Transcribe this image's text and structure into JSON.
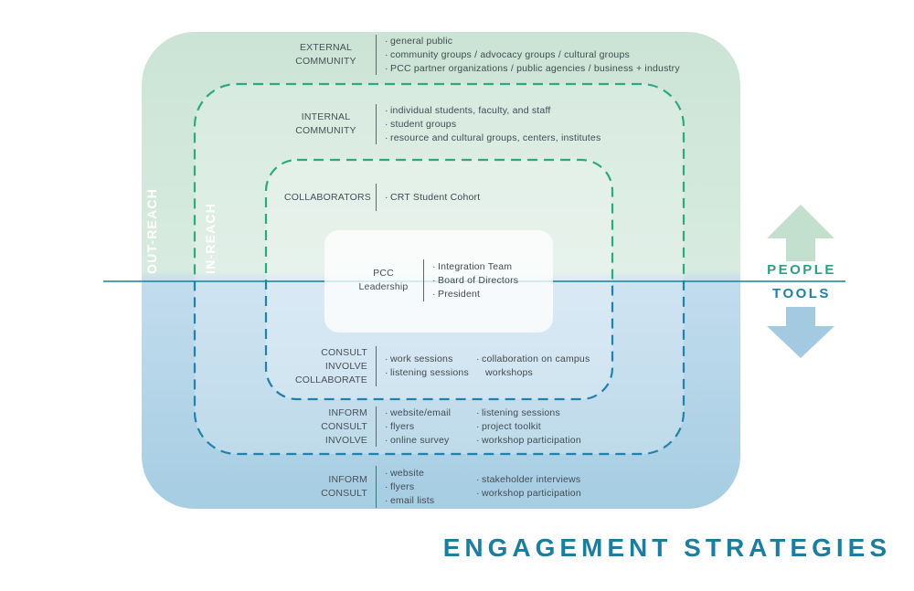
{
  "title": "ENGAGEMENT STRATEGIES",
  "side_labels": {
    "outreach": "OUT-REACH",
    "inreach": "IN-REACH"
  },
  "axis_labels": {
    "people": "PEOPLE",
    "tools": "TOOLS"
  },
  "colors": {
    "zone_green_top": "#cbe4d5",
    "zone_green_bottom": "#d8ebe0",
    "zone_blue_top": "#c2dcee",
    "zone_blue_bottom": "#a6cde2",
    "dash_green": "#2fa882",
    "dash_blue": "#2181aa",
    "divider_line_teal": "#17809d",
    "title_teal": "#1b7e9f",
    "people_green": "#2f9e85",
    "tools_blue": "#1f7fa3",
    "arrow_up_green": "#c3dfce",
    "arrow_down_blue": "#a3cae0",
    "text_dark": "#414a50"
  },
  "sections": [
    {
      "label": "EXTERNAL\nCOMMUNITY",
      "columns": [
        [
          "general public",
          "community groups / advocacy groups / cultural groups",
          "PCC partner organizations / public agencies / business + industry"
        ]
      ]
    },
    {
      "label": "INTERNAL\nCOMMUNITY",
      "columns": [
        [
          "individual students, faculty, and staff",
          "student groups",
          "resource and cultural groups, centers, institutes"
        ]
      ]
    },
    {
      "label": "COLLABORATORS",
      "columns": [
        [
          "CRT Student Cohort"
        ]
      ]
    },
    {
      "label": "PCC\nLeadership",
      "columns": [
        [
          "Integration Team",
          "Board of Directors",
          "President"
        ]
      ]
    },
    {
      "label": "CONSULT\nINVOLVE\nCOLLABORATE",
      "columns": [
        [
          "work sessions",
          "listening sessions"
        ],
        [
          "collaboration on campus workshops"
        ]
      ]
    },
    {
      "label": "INFORM\nCONSULT\nINVOLVE",
      "columns": [
        [
          "website/email",
          "flyers",
          "online survey"
        ],
        [
          "listening sessions",
          "project toolkit",
          "workshop participation"
        ]
      ]
    },
    {
      "label": "INFORM\nCONSULT",
      "columns": [
        [
          "website",
          "flyers",
          "email lists"
        ],
        [
          "stakeholder interviews",
          "workshop participation"
        ]
      ]
    }
  ]
}
